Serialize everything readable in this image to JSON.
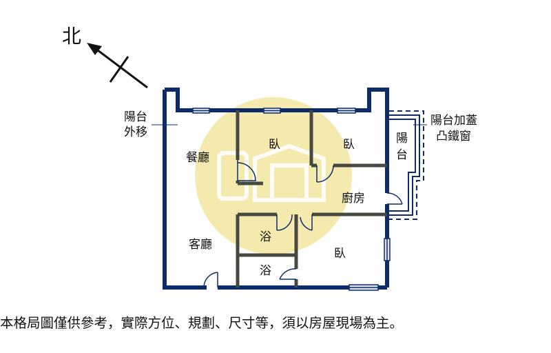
{
  "compass": {
    "label": "北"
  },
  "rooms": {
    "balcony_moved": [
      "陽台",
      "外移"
    ],
    "dining": "餐廳",
    "bedroom_1": "臥",
    "bedroom_2": "臥",
    "balcony": [
      "陽",
      "台"
    ],
    "balcony_added": [
      "陽台加蓋",
      "凸鐵窗"
    ],
    "kitchen": "廚房",
    "bath_1": "浴",
    "bath_2": "浴",
    "living": "客廳",
    "bedroom_3": "臥"
  },
  "disclaimer": "本格局圖僅供參考，實際方位、規劃、尺寸等，須以房屋現場為主。",
  "colors": {
    "outer_wall": "#0d2a6b",
    "inner_wall": "#45493f",
    "watermark": "#f3e6a0",
    "watermark_logo": "#ffffff",
    "window_fill": "#dfe3e8"
  },
  "icons": [
    "north-arrow-icon",
    "watermark-logo-icon",
    "door-swing-icon",
    "window-icon"
  ]
}
